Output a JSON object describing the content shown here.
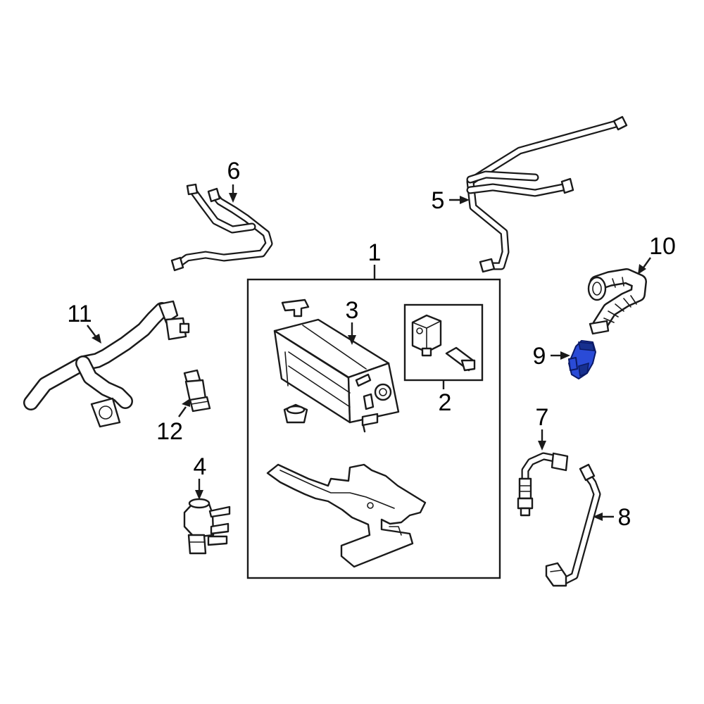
{
  "callouts": {
    "c1": "1",
    "c2": "2",
    "c3": "3",
    "c4": "4",
    "c5": "5",
    "c6": "6",
    "c7": "7",
    "c8": "8",
    "c9": "9",
    "c10": "10",
    "c11": "11",
    "c12": "12"
  },
  "highlighted_part": "9",
  "colors": {
    "highlight": "#2a4bd7",
    "line": "#1a1a1a",
    "background": "#ffffff"
  }
}
